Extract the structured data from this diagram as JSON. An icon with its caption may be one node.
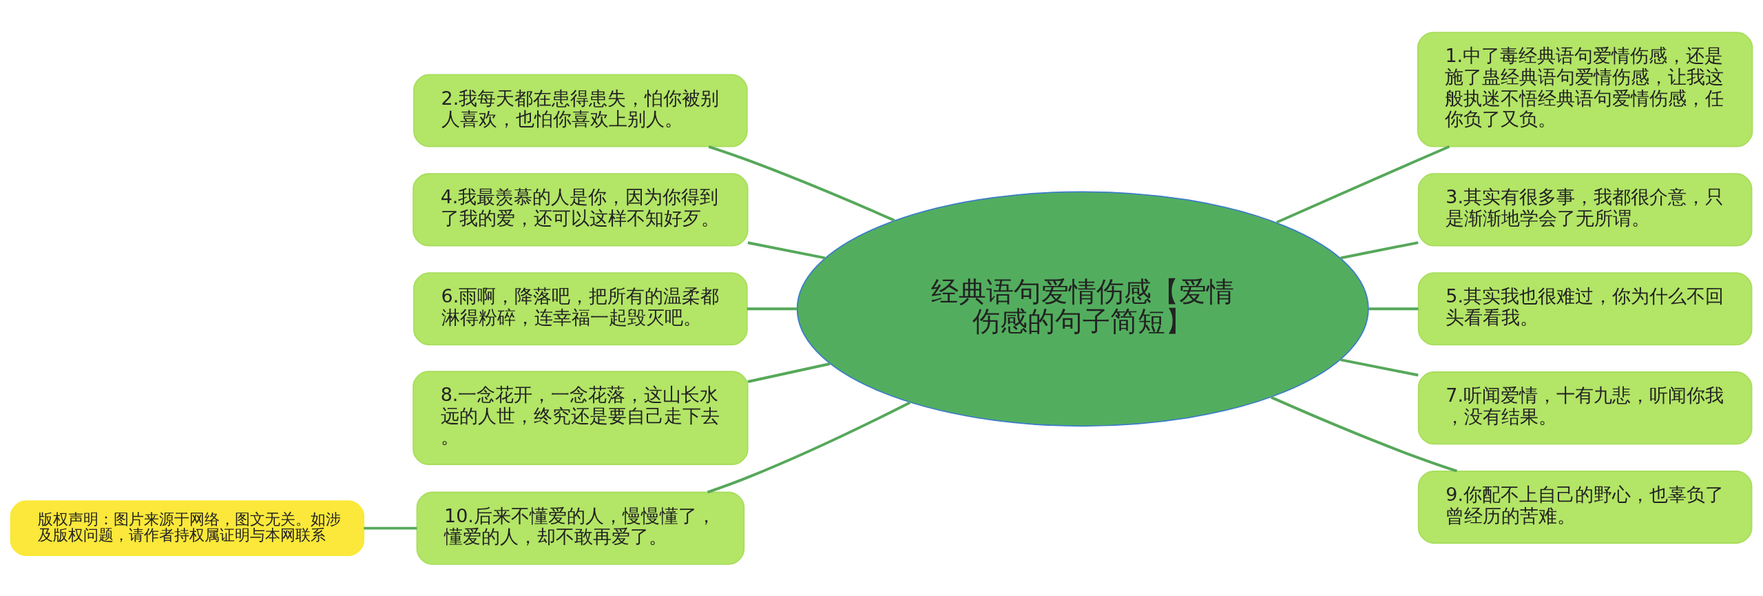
{
  "diagram": {
    "nodes": [
      {
        "text": [
          "经典语句爱情伤感【爱情伤感的句子简短】"
        ]
      },
      {
        "text": [
          "2.我每天都在患得患失，怕你被别人喜欢，也怕你喜欢上别人。"
        ]
      },
      {
        "text": [
          "4.我最羡慕的人是你，因为你得到了我的爱，还可以这样不知好歹。"
        ]
      },
      {
        "text": [
          "6.雨啊，降落吧，把所有的温柔都淋得粉碎，连幸福一起毁灭吧。"
        ]
      },
      {
        "text": [
          "8.一念花开，一念花落，这山长水远的人世，终究还是要自己走下去。"
        ]
      },
      {
        "text": [
          "10.后来不懂爱的人，慢慢懂了，懂爱的人，却不敢再爱了。"
        ]
      },
      {
        "text": [
          "版权声明：图片来源于网络，图文无关。如涉及版权问题，请作者持权属证明与本网联系"
        ]
      },
      {
        "text": [
          "1.中了毒经典语句爱情伤感，还是施了蛊经典语句爱情伤感，让我这般执迷不悟经典语句爱情伤感，任你负了又负。"
        ]
      },
      {
        "text": [
          "3.其实有很多事，我都很介意，只是渐渐地学会了无所谓。"
        ]
      },
      {
        "text": [
          "5.其实我也很难过，你为什么不回头看看我。"
        ]
      },
      {
        "text": [
          "7.听闻爱情，十有九悲，听闻你我，没有结果。"
        ]
      },
      {
        "text": [
          "9.你配不上自己的野心，也辜负了曾经历的苦难。"
        ]
      }
    ],
    "edges": [
      {
        "from": 6,
        "to": 5,
        "arrow": "none"
      },
      {
        "from": 1,
        "to": 0,
        "arrow": "none"
      },
      {
        "from": 2,
        "to": 0,
        "arrow": "none"
      },
      {
        "from": 3,
        "to": 0,
        "arrow": "none"
      },
      {
        "from": 4,
        "to": 0,
        "arrow": "none"
      },
      {
        "from": 5,
        "to": 0,
        "arrow": "none"
      },
      {
        "from": 0,
        "to": 7,
        "arrow": "none"
      },
      {
        "from": 0,
        "to": 8,
        "arrow": "none"
      },
      {
        "from": 0,
        "to": 9,
        "arrow": "none"
      },
      {
        "from": 0,
        "to": 10,
        "arrow": "none"
      },
      {
        "from": 0,
        "to": 11,
        "arrow": "none"
      }
    ]
  }
}
